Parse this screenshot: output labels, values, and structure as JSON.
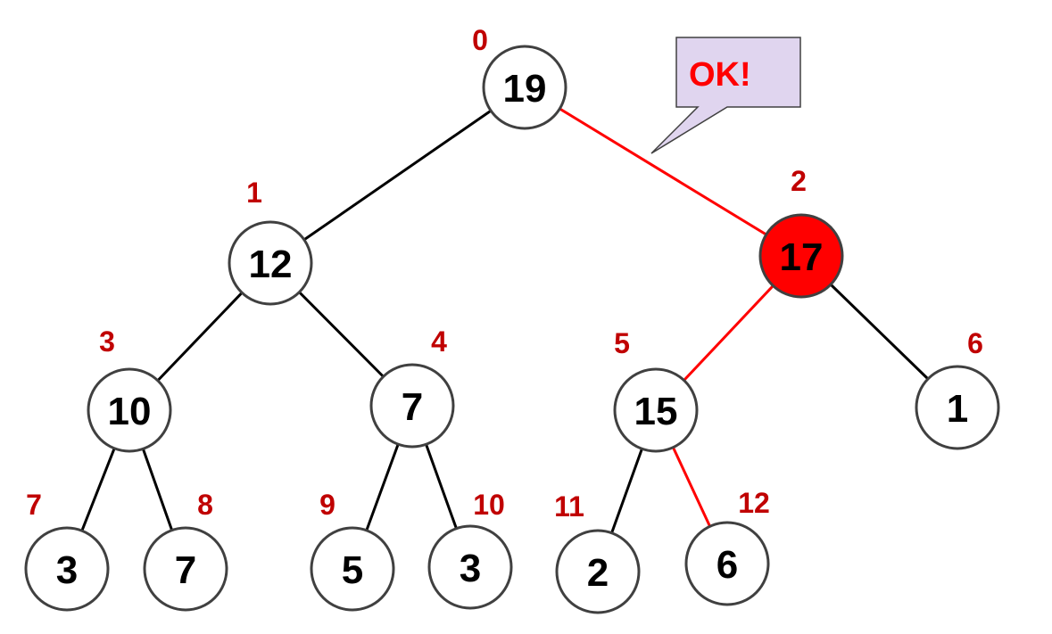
{
  "diagram": {
    "type": "binary-heap-tree",
    "colors": {
      "highlight_edge": "#ff0000",
      "normal_edge": "#000000",
      "highlight_node": "#ff0000",
      "node_fill": "#ffffff",
      "node_stroke": "#404040",
      "index_label": "#c00000",
      "callout_fill": "#e0d5ef"
    },
    "nodes": [
      {
        "index": "0",
        "value": "19"
      },
      {
        "index": "1",
        "value": "12"
      },
      {
        "index": "2",
        "value": "17",
        "highlight": true
      },
      {
        "index": "3",
        "value": "10"
      },
      {
        "index": "4",
        "value": "7"
      },
      {
        "index": "5",
        "value": "15"
      },
      {
        "index": "6",
        "value": "1"
      },
      {
        "index": "7",
        "value": "3"
      },
      {
        "index": "8",
        "value": "7"
      },
      {
        "index": "9",
        "value": "5"
      },
      {
        "index": "10",
        "value": "3"
      },
      {
        "index": "11",
        "value": "2"
      },
      {
        "index": "12",
        "value": "6"
      }
    ],
    "edges": [
      {
        "from": 0,
        "to": 1
      },
      {
        "from": 0,
        "to": 2,
        "highlight": true
      },
      {
        "from": 1,
        "to": 3
      },
      {
        "from": 1,
        "to": 4
      },
      {
        "from": 2,
        "to": 5,
        "highlight": true
      },
      {
        "from": 2,
        "to": 6
      },
      {
        "from": 3,
        "to": 7
      },
      {
        "from": 3,
        "to": 8
      },
      {
        "from": 4,
        "to": 9
      },
      {
        "from": 4,
        "to": 10
      },
      {
        "from": 5,
        "to": 11
      },
      {
        "from": 5,
        "to": 12,
        "highlight": true
      }
    ],
    "callout": {
      "text": "OK!"
    }
  }
}
